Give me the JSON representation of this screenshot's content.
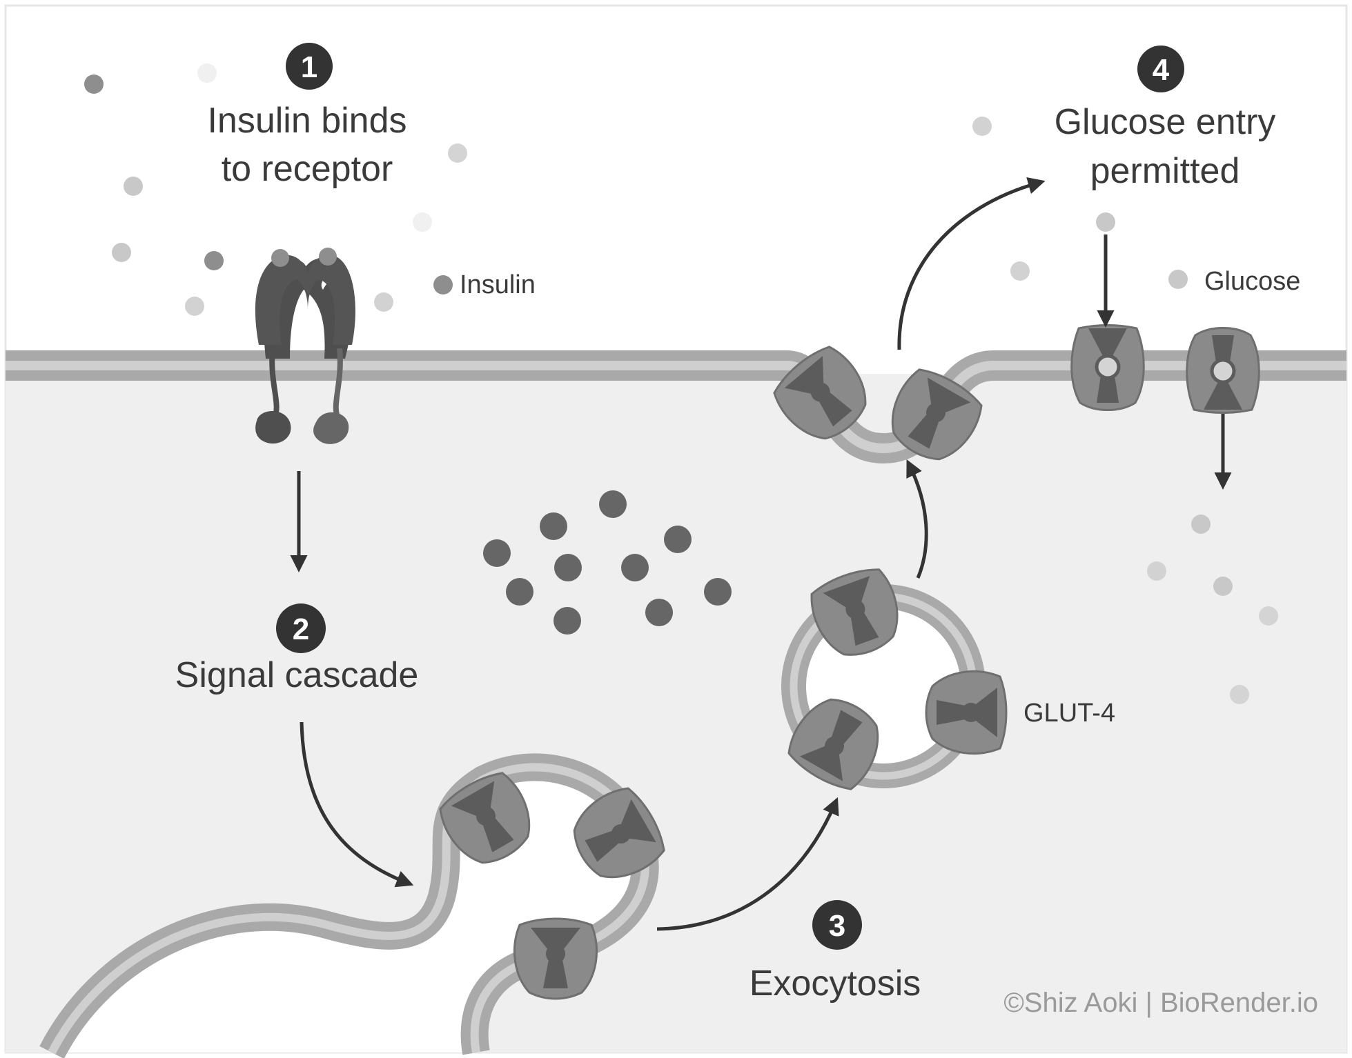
{
  "colors": {
    "background_outside": "#ffffff",
    "cytoplasm": "#efefef",
    "membrane_outer": "#a9a9a9",
    "membrane_inner": "#cfcfcf",
    "glut4_body": "#8a8a8a",
    "glut4_channel": "#5c5c5c",
    "receptor": "#4f4f4f",
    "insulin_dot": "#8e8e8e",
    "glucose_dot": "#c8c8c8",
    "intracellular_dot": "#666666",
    "step_badge": "#333333",
    "arrow": "#333333",
    "credit_text": "#9a9a9a"
  },
  "steps": [
    {
      "number": "1",
      "label_lines": [
        "Insulin binds",
        "to receptor"
      ]
    },
    {
      "number": "2",
      "label_lines": [
        "Signal cascade"
      ]
    },
    {
      "number": "3",
      "label_lines": [
        "Exocytosis"
      ]
    },
    {
      "number": "4",
      "label_lines": [
        "Glucose entry",
        "permitted"
      ]
    }
  ],
  "legend": {
    "insulin": "Insulin",
    "glucose": "Glucose",
    "glut4": "GLUT-4"
  },
  "credit": "©Shiz Aoki | BioRender.io"
}
